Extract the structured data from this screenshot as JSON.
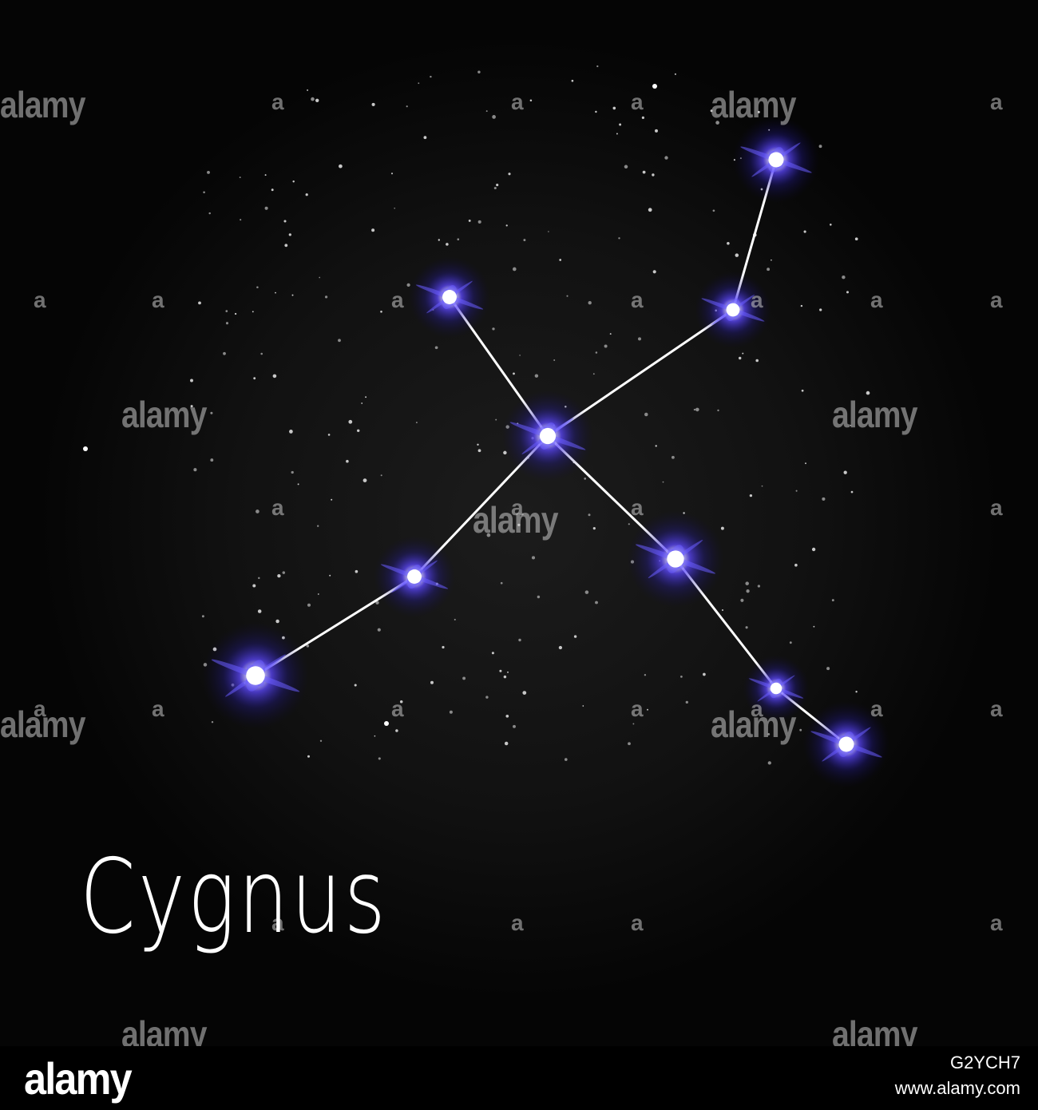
{
  "title": "Cygnus",
  "watermark": {
    "word": "alamy",
    "mark": "a"
  },
  "footer": {
    "logo": "alamy",
    "image_id": "G2YCH7",
    "url": "www.alamy.com"
  },
  "colors": {
    "background": "#050505",
    "star_glow": "#3b2dff",
    "line": "#ffffff",
    "title": "#ffffff"
  },
  "constellation": {
    "stars": [
      "deneb-tail-top",
      "tail-upper",
      "wing-left-top",
      "sadr-center",
      "wing-right",
      "wing-right-tip",
      "body",
      "head",
      "head-tip",
      "bottom-left"
    ],
    "connections": [
      [
        "deneb-tail-top",
        "tail-upper"
      ],
      [
        "tail-upper",
        "sadr-center"
      ],
      [
        "wing-left-top",
        "sadr-center"
      ],
      [
        "sadr-center",
        "wing-right"
      ],
      [
        "wing-right",
        "head"
      ],
      [
        "head",
        "head-tip"
      ],
      [
        "sadr-center",
        "body"
      ],
      [
        "body",
        "bottom-left"
      ]
    ]
  }
}
